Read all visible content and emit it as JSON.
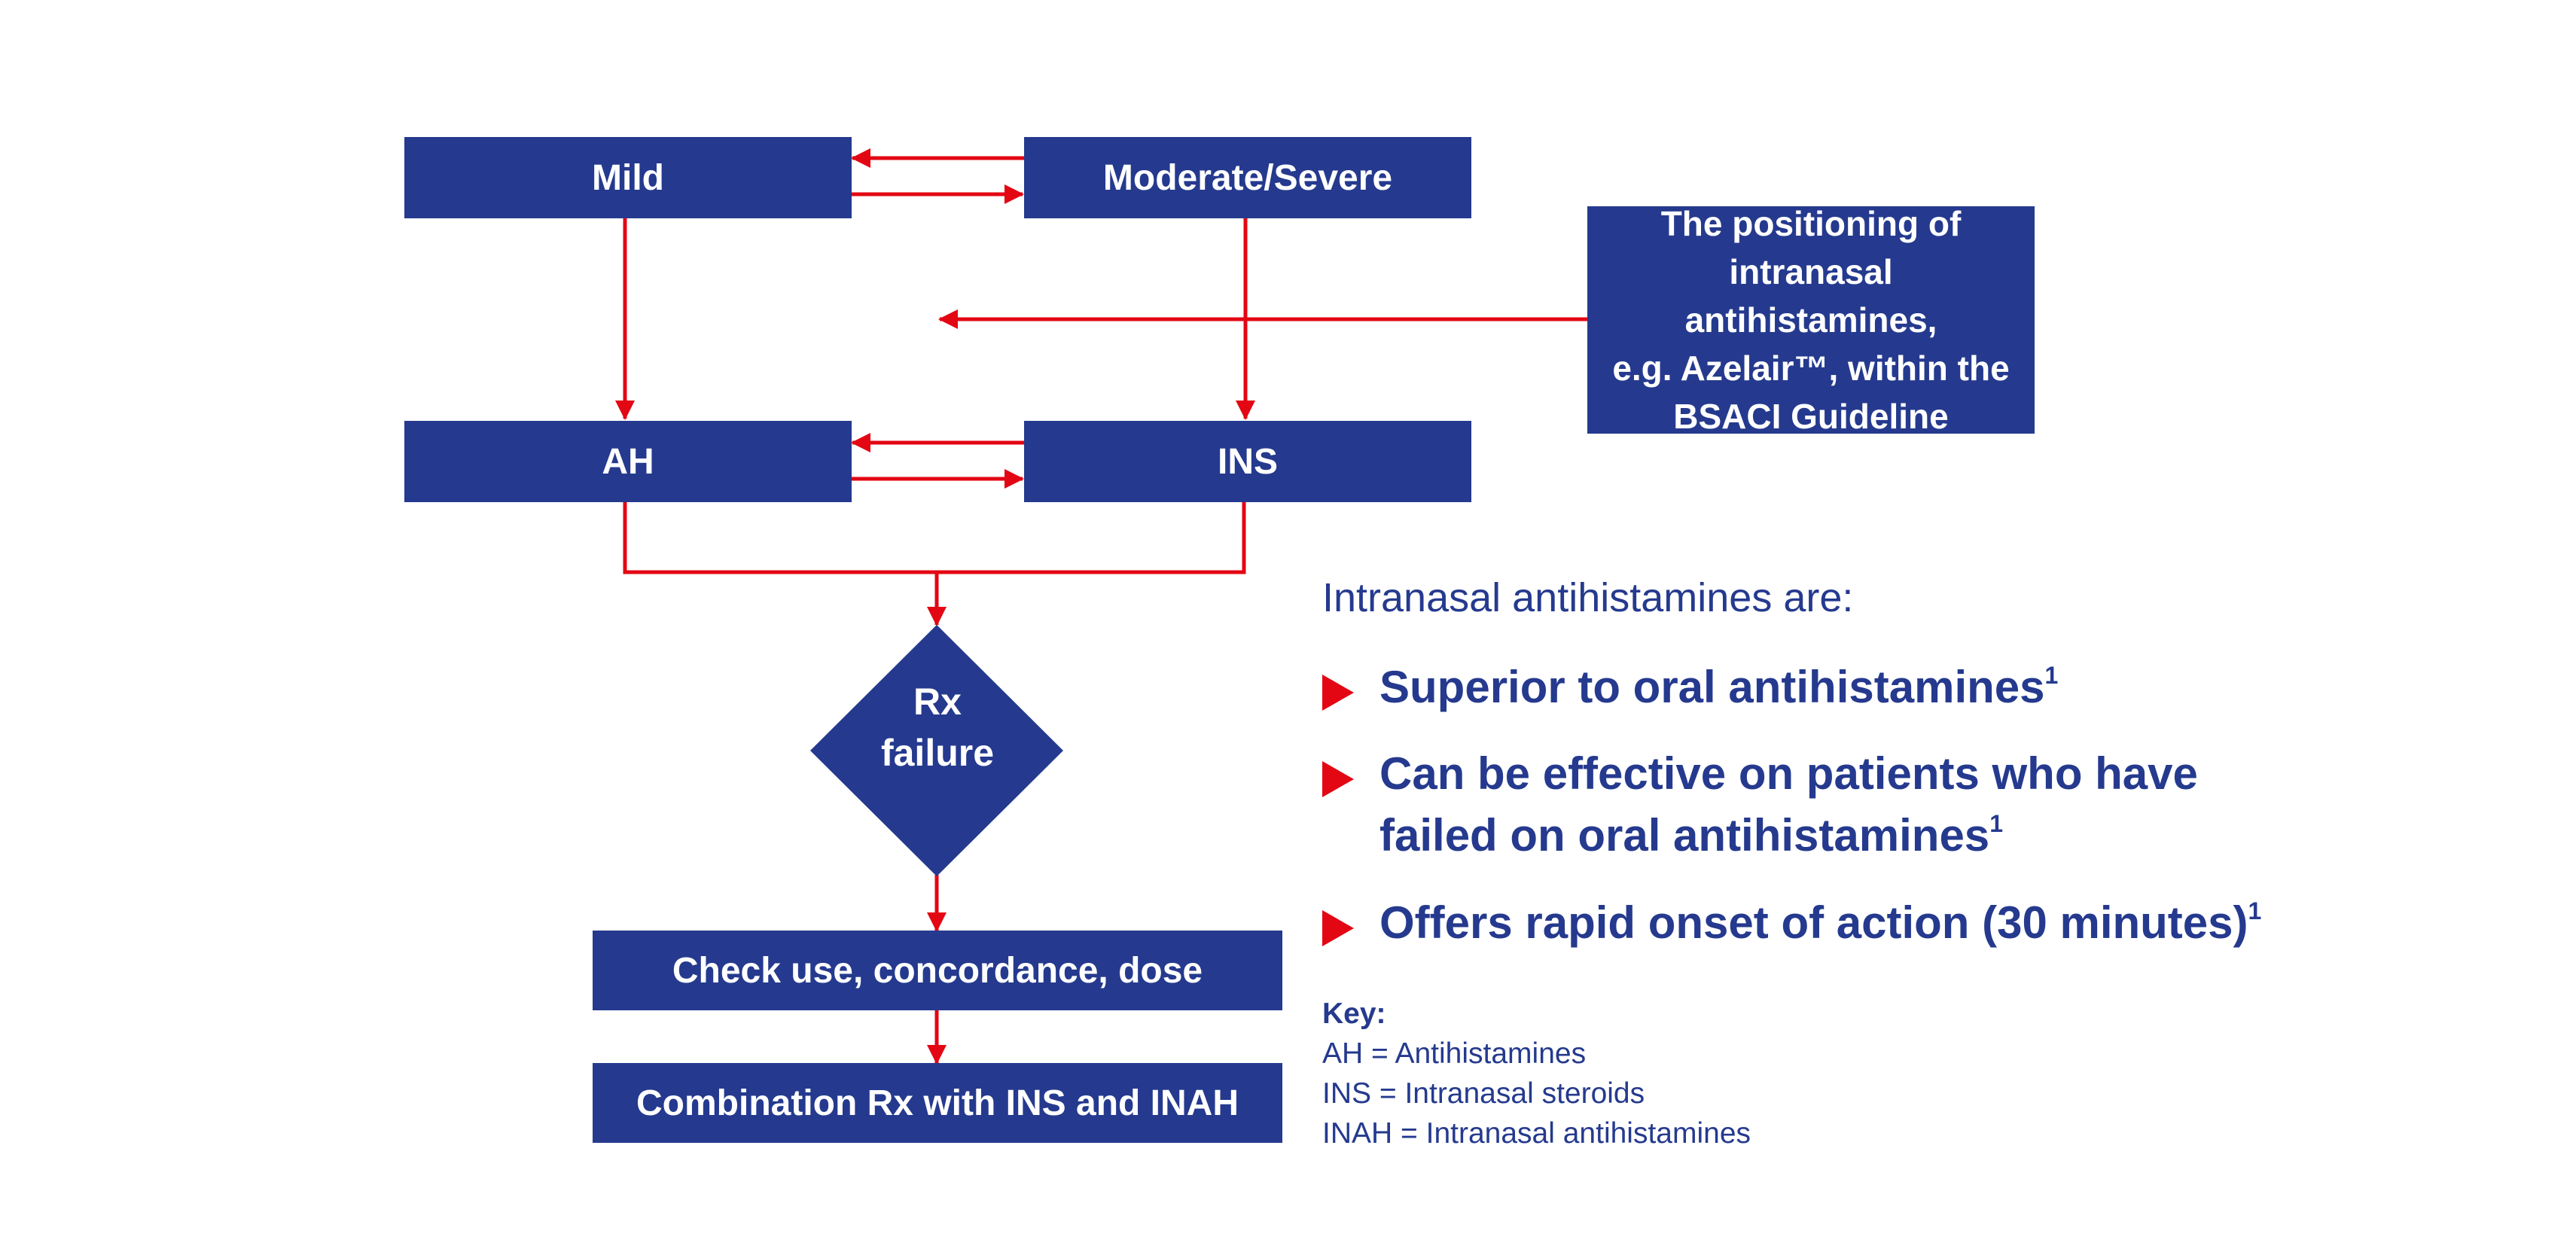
{
  "colors": {
    "box": "#253A8E",
    "arrow": "#E30613",
    "text": "#253A8E"
  },
  "flow": {
    "mild": "Mild",
    "moderate_severe": "Moderate/Severe",
    "ah": "AH",
    "ins": "INS",
    "rx_failure_line1": "Rx",
    "rx_failure_line2": "failure",
    "check": "Check use, concordance, dose",
    "combination": "Combination Rx with INS and INAH"
  },
  "note": {
    "lines": [
      "The positioning of",
      "intranasal antihistamines,",
      "e.g. Azelair™, within the",
      "BSACI Guideline"
    ]
  },
  "intro": "Intranasal antihistamines are:",
  "bullets": [
    {
      "lines": [
        "Superior to oral antihistamines"
      ],
      "ref": "1"
    },
    {
      "lines": [
        "Can be effective on patients who have",
        "failed on oral antihistamines"
      ],
      "ref": "1"
    },
    {
      "lines": [
        "Offers rapid onset of action (30 minutes)"
      ],
      "ref": "1"
    }
  ],
  "key": {
    "title": "Key:",
    "entries": [
      "AH = Antihistamines",
      "INS = Intranasal steroids",
      "INAH = Intranasal antihistamines"
    ]
  }
}
